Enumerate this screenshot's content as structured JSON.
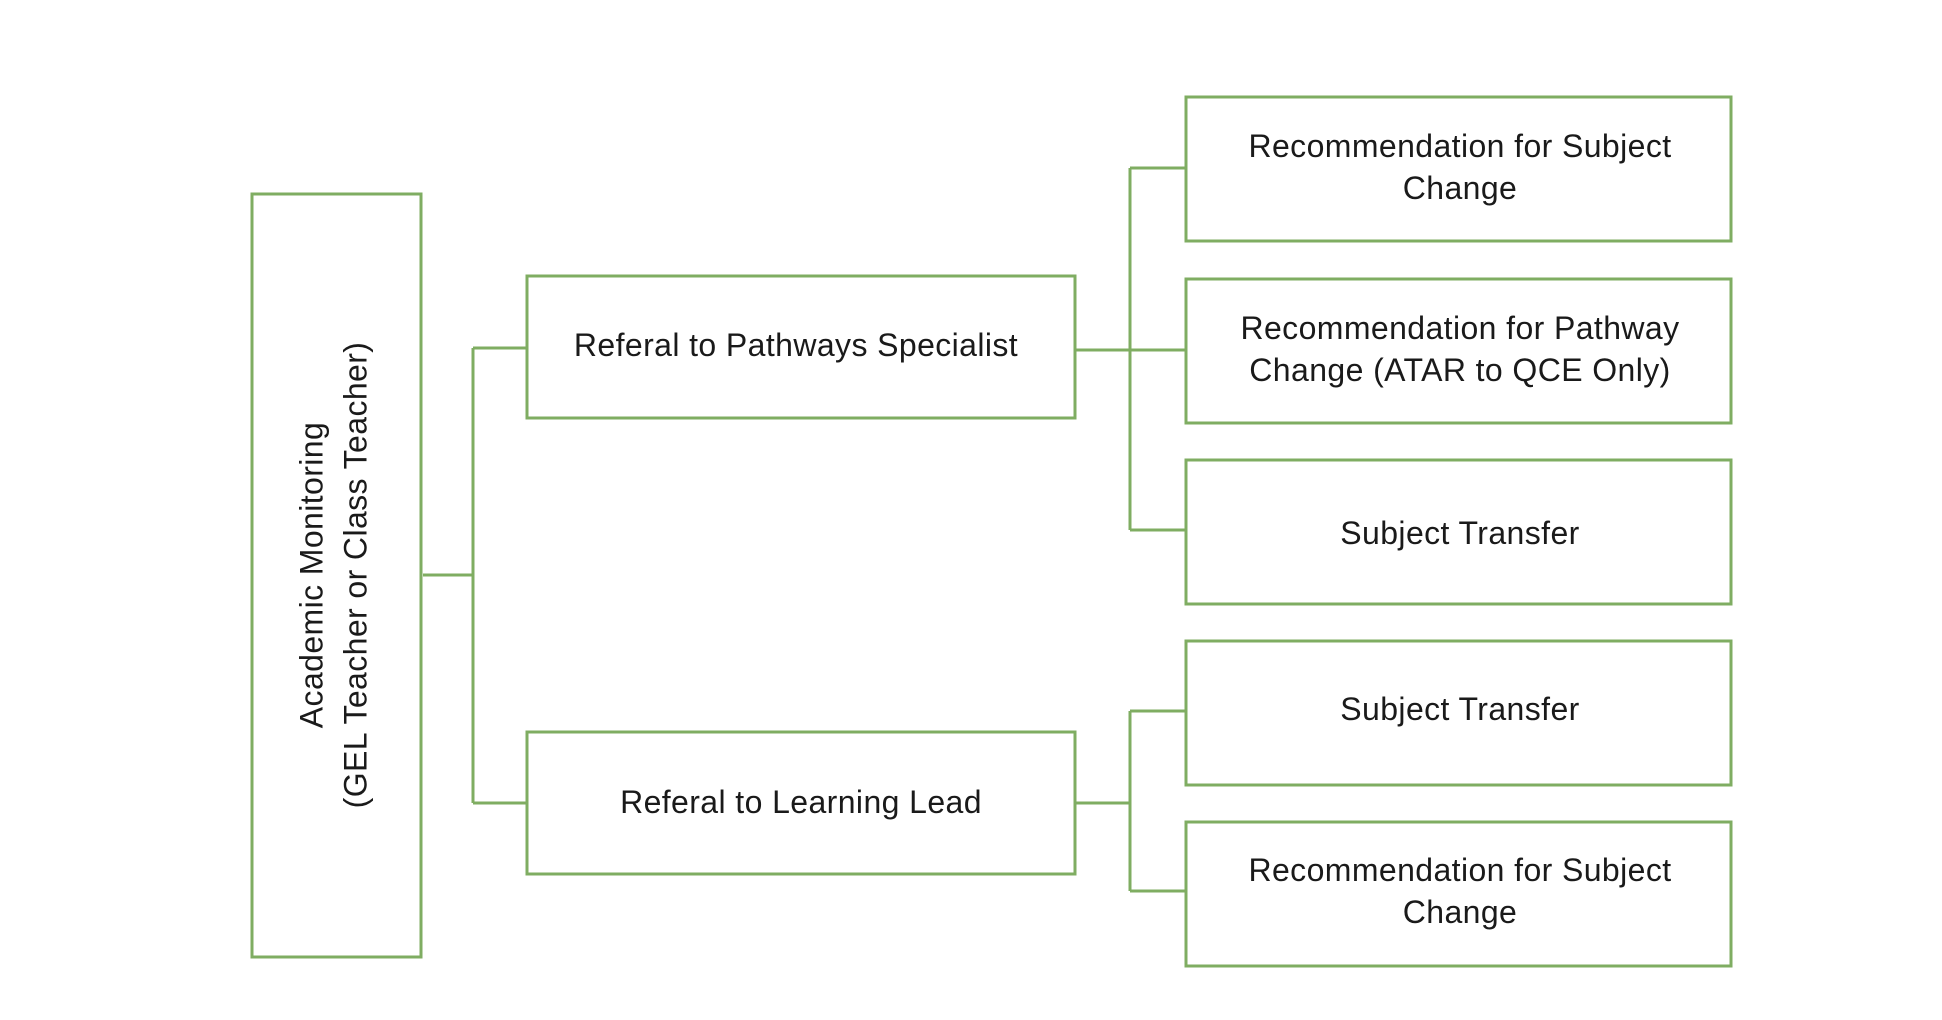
{
  "diagram": {
    "root": {
      "line1": "Academic Monitoring",
      "line2": "(GEL Teacher or Class Teacher)"
    },
    "branch_pathways": {
      "label": "Referal to Pathways Specialist",
      "children": [
        {
          "line1": "Recommendation for Subject",
          "line2": "Change"
        },
        {
          "line1": "Recommendation for Pathway",
          "line2": "Change (ATAR to QCE Only)"
        },
        {
          "line1": "Subject Transfer",
          "line2": ""
        }
      ]
    },
    "branch_learning": {
      "label": "Referal to Learning Lead",
      "children": [
        {
          "line1": "Subject Transfer",
          "line2": ""
        },
        {
          "line1": "Recommendation for Subject",
          "line2": "Change"
        }
      ]
    },
    "colors": {
      "stroke": "#7fad62",
      "text": "#1a1a1a",
      "background": "#ffffff"
    }
  }
}
